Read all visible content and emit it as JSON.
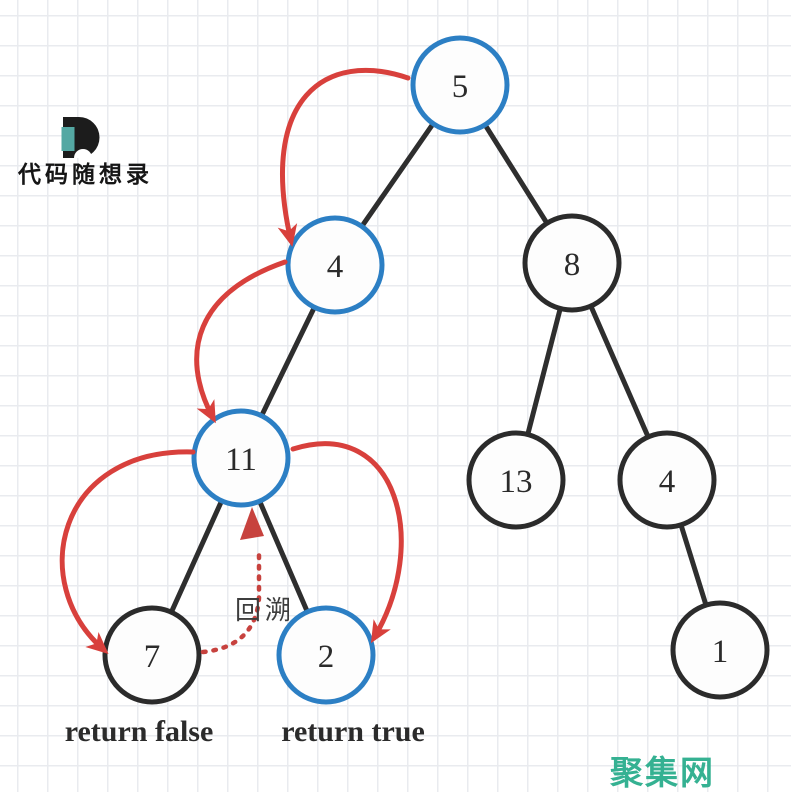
{
  "logo": {
    "name": "代码随想录"
  },
  "watermark": {
    "text": "聚集网"
  },
  "tree": {
    "nodes": [
      {
        "value": "5",
        "state": "visited"
      },
      {
        "value": "4",
        "state": "visited"
      },
      {
        "value": "8",
        "state": "default"
      },
      {
        "value": "11",
        "state": "visited"
      },
      {
        "value": "13",
        "state": "default"
      },
      {
        "value": "4",
        "state": "default"
      },
      {
        "value": "7",
        "state": "default"
      },
      {
        "value": "2",
        "state": "visited"
      },
      {
        "value": "1",
        "state": "default"
      }
    ],
    "edges": [
      [
        "5",
        "4-left"
      ],
      [
        "5",
        "8"
      ],
      [
        "4-left",
        "11"
      ],
      [
        "11",
        "7"
      ],
      [
        "11",
        "2"
      ],
      [
        "8",
        "13"
      ],
      [
        "8",
        "4-right"
      ],
      [
        "4-right",
        "1"
      ]
    ]
  },
  "annotations": {
    "backtrack_label": "回溯",
    "return_false": "return false",
    "return_true": "return true"
  },
  "colors": {
    "visited_node_stroke": "#2c7fc4",
    "default_node_stroke": "#2b2b2b",
    "edge": "#2e2e2e",
    "traversal_arrow": "#d8403c",
    "backtrack_arrow": "#c7423e",
    "watermark": "#35b192",
    "logo_accent": "#54a8a3"
  }
}
